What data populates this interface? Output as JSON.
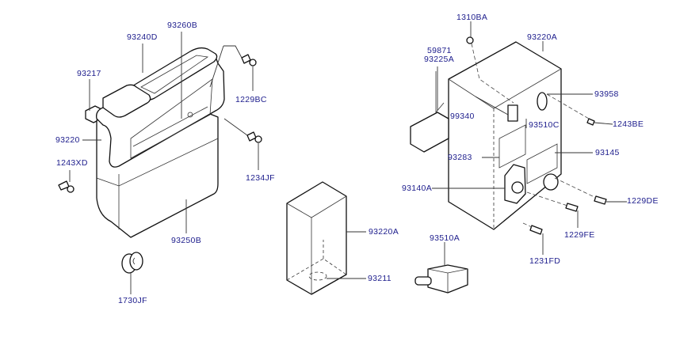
{
  "diagram": {
    "type": "exploded-parts-diagram",
    "label_color": "#1c1c8c",
    "line_color": "#111111",
    "background": "#ffffff"
  },
  "labels": {
    "p93260B": "93260B",
    "p93240D": "93240D",
    "p93217": "93217",
    "p1229BC": "1229BC",
    "p93220": "93220",
    "p1243XD": "1243XD",
    "p1234JF": "1234JF",
    "p93250B": "93250B",
    "p1730JF": "1730JF",
    "p1310BA": "1310BA",
    "p93220A_top": "93220A",
    "p59871": "59871",
    "p93225A": "93225A",
    "p93958": "93958",
    "p1243BE": "1243BE",
    "p99340": "99340",
    "p93510C": "93510C",
    "p93283": "93283",
    "p93145": "93145",
    "p93140A": "93140A",
    "p1229DE": "1229DE",
    "p1229FE": "1229FE",
    "p1231FD": "1231FD",
    "p93220A_box": "93220A",
    "p93211": "93211",
    "p93510A": "93510A"
  }
}
